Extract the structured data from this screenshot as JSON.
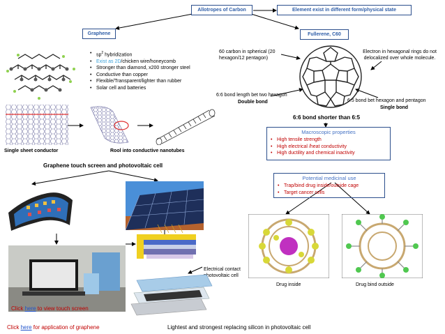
{
  "top": {
    "allotropes": "Allotropes of Carbon",
    "element": "Element exist in different form/physical state"
  },
  "graphene": {
    "title": "Graphene",
    "bullets": [
      {
        "pre": "sp",
        "sup": "2",
        "post": " hybridization"
      },
      {
        "blue": "Exist as 2D",
        "post": "/chicken wire/honeycomb"
      },
      {
        "post": "Stronger than diamond, x200 stronger steel"
      },
      {
        "post": "Conductive than copper"
      },
      {
        "post": "Flexible/Transparent/lighter than rubber"
      },
      {
        "post": "Solar cell and batteries"
      }
    ],
    "single_sheet": "Single sheet conductor",
    "roll": "Rool into conductive nanotubes",
    "touch": "Graphene touch screen and photovoltaic cell",
    "electrical_contact": "Electrical contact photovoltaic cell",
    "click_touch": {
      "pre": "Click ",
      "link": "here",
      "post": " to view touch screen"
    },
    "click_app": {
      "pre": "Click ",
      "link": "here",
      "post": " for application of graphene"
    },
    "lightest": "Lightest and strongest replacing silicon in photovoltaic cell"
  },
  "fullerene": {
    "title": "Fullerene, C60",
    "sixty": "60 carbon in spherical (20 hexagon/12 pentagon)",
    "electron": "Electron in hexagonal rings do not delocalized over whole molecule.",
    "bond66": "6:6 bond length bet two hexagon",
    "double": "Double bond",
    "bond65": "6:5 bond bet hexagon and pentagon",
    "single": "Single bond",
    "shorter": "6:6 bond shorter than 6:5",
    "macro": {
      "title": "Macroscopic properties",
      "items": [
        "High tensile strength",
        "High electrical /heat conductivity",
        "High ductility and chemical inactivity"
      ]
    },
    "medicinal": {
      "title": "Potential medicinal use",
      "items": [
        "Trap/bind drug inside/outside cage",
        "Target cancer cells"
      ]
    },
    "drug_inside": "Drug inside",
    "drug_outside": "Drug bind outside"
  },
  "colors": {
    "box_border": "#2b4e8c",
    "box_text": "#2f5ea8",
    "red": "#c00000",
    "blue_link": "#2255cc",
    "cyan_text": "#3aa0d8"
  },
  "icons": [
    "graphene-lattice",
    "graphene-sheet",
    "nanotube-roll",
    "nanotube",
    "flexible-phone",
    "solar-panel",
    "photovoltaic-cell",
    "tablet-demo",
    "graphene-layers",
    "buckyball",
    "drug-inside-cage",
    "drug-outside-cage"
  ]
}
